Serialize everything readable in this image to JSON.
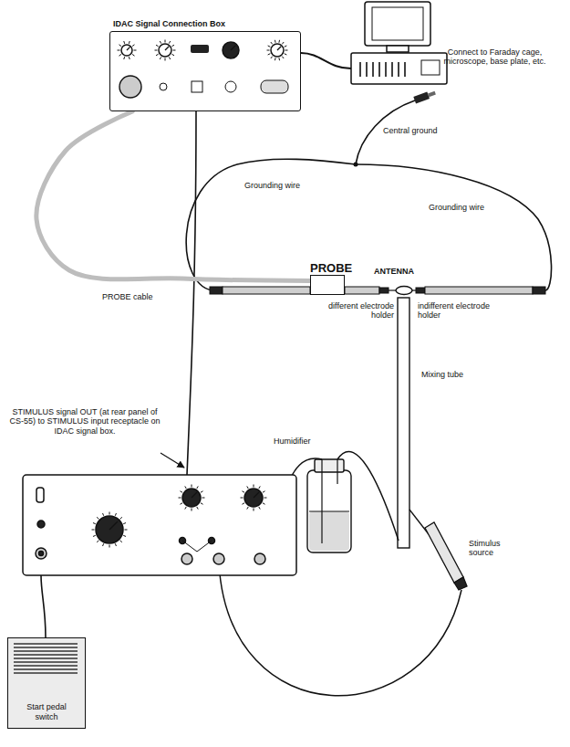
{
  "diagram": {
    "nodes": [
      {
        "text": [
          "IDAC Signal Connection Box"
        ]
      },
      {
        "text": [
          "PROBE"
        ]
      },
      {
        "text": [
          "Start pedal switch"
        ]
      }
    ],
    "edges": [
      {
        "from": 0,
        "to": 1,
        "arrow": "none"
      }
    ],
    "labels": [
      "Connect to Faraday cage, microscope, base plate, etc.",
      "Central ground",
      "Grounding wire",
      "Grounding wire",
      "ANTENNA",
      "different electrode holder",
      "indifferent electrode holder",
      "PROBE cable",
      "STIMULUS signal OUT (at rear panel of CS-55) to STIMULUS input receptacle on IDAC signal box.",
      "Mixing tube",
      "Humidifier",
      "Stimulus source"
    ]
  }
}
